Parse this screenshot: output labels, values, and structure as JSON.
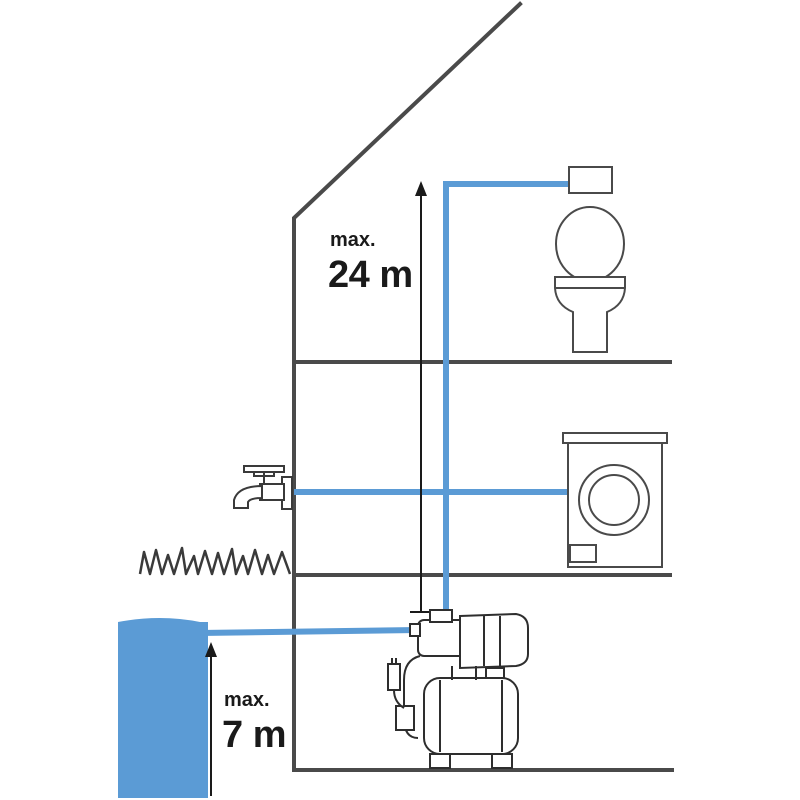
{
  "annotations": {
    "pressure_height": {
      "prefix": "max.",
      "value": "24 m"
    },
    "suction_height": {
      "prefix": "max.",
      "value": "7 m"
    }
  },
  "colors": {
    "pipe": "#5b9bd5",
    "water": "#5b9bd5",
    "outline": "#3a3a3a",
    "background": "#ffffff"
  },
  "icons": [
    "house-outline",
    "floor-divider",
    "toilet-icon",
    "cistern-icon",
    "washing-machine-icon",
    "outdoor-tap-icon",
    "grass-icon",
    "water-well-icon",
    "booster-pump-icon",
    "pressure-tank-icon",
    "power-plug-icon",
    "height-arrow-icon"
  ]
}
